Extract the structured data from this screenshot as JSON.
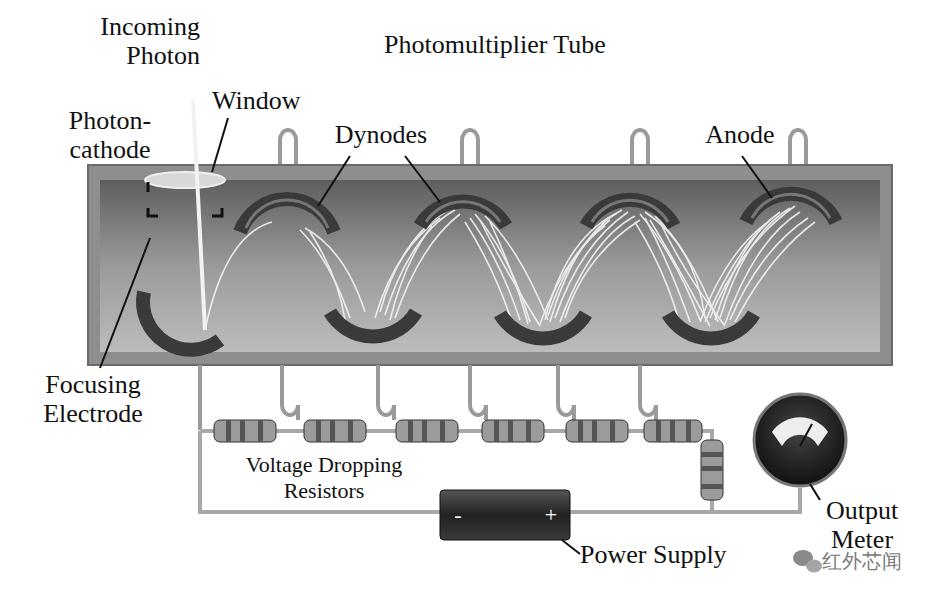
{
  "diagram": {
    "title": "Photomultiplier Tube",
    "labels": [
      "Incoming Photon",
      "Window",
      "Photon- cathode",
      "Dynodes",
      "Anode",
      "Focusing Electrode",
      "Voltage Dropping Resistors",
      "-",
      "+",
      "Power Supply",
      "Output Meter",
      "红外芯闻"
    ]
  }
}
